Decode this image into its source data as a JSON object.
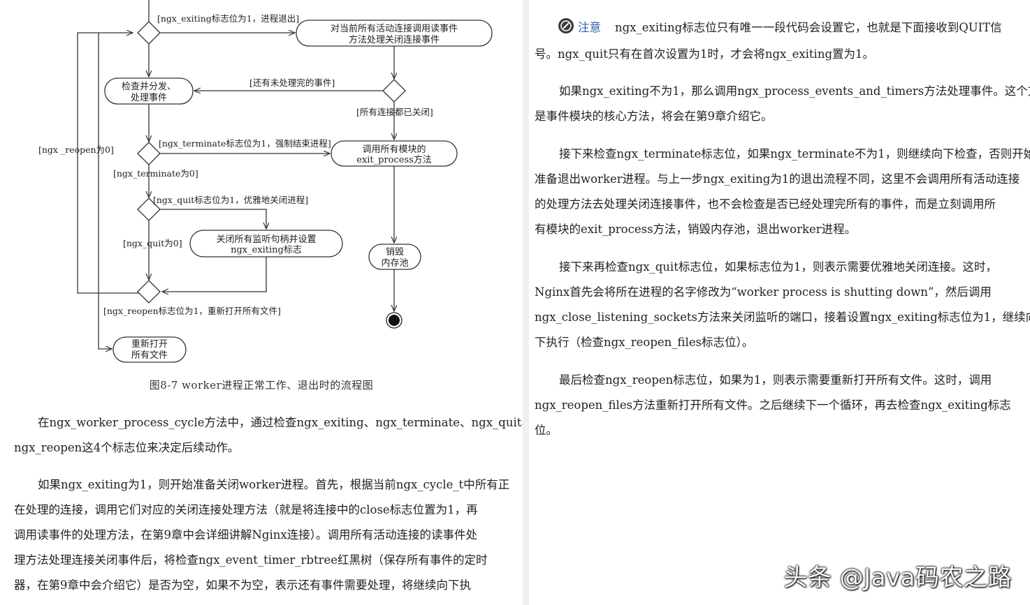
{
  "flowchart": {
    "guards": {
      "exiting": "[ngx_exiting标志位为1，进程退出]",
      "unhandled_events": "[还有未处理完的事件]",
      "all_closed": "[所有连接都已关闭]",
      "terminate": "[ngx_terminate标志位为1，强制结束进程]",
      "terminate_zero": "[ngx_terminate为0]",
      "quit": "[ngx_quit标志位为1，优雅地关闭进程]",
      "quit_zero": "[ngx_quit为0]",
      "reopen_zero": "[ngx _reopen为0]",
      "reopen": "[ngx_reopen标志位为1，重新打开所有文件]"
    },
    "nodes": {
      "call_read_1": "对当前所有活动连接调用读事件",
      "call_read_2": "方法处理关闭连接事件",
      "dispatch_1": "检查并分发、",
      "dispatch_2": "处理事件",
      "exit_process_1": "调用所有模块的",
      "exit_process_2": "exit_process方法",
      "close_listen_1": "关闭所有监听句柄并设置",
      "close_listen_2": "ngx_exiting标志",
      "destroy_1": "销毁",
      "destroy_2": "内存池",
      "reopen_1": "重新打开",
      "reopen_2": "所有文件"
    },
    "caption": "图8-7    worker进程正常工作、退出时的流程图"
  },
  "left_text": {
    "p1": [
      "在ngx_worker_process_cycle方法中，通过检查ngx_exiting、ngx_terminate、ngx_quit、",
      "ngx_reopen这4个标志位来决定后续动作。"
    ],
    "p2": [
      "如果ngx_exiting为1，则开始准备关闭worker进程。首先，根据当前ngx_cycle_t中所有正",
      "在处理的连接，调用它们对应的关闭连接处理方法（就是将连接中的close标志位置为1，再",
      "调用读事件的处理方法，在第9章中会详细讲解Nginx连接）。调用所有活动连接的读事件处",
      "理方法处理连接关闭事件后，将检查ngx_event_timer_rbtree红黑树（保存所有事件的定时",
      "器，在第9章中会介绍它）是否为空，如果不为空，表示还有事件需要处理，将继续向下执"
    ]
  },
  "right_text": {
    "note_label": "注意",
    "note_line1": "ngx_exiting标志位只有唯一一段代码会设置它，也就是下面接收到QUIT信",
    "note_line2": "号。ngx_quit只有在首次设置为1时，才会将ngx_exiting置为1。",
    "p1": [
      "如果ngx_exiting不为1，那么调用ngx_process_events_and_timers方法处理事件。这个方法",
      "是事件模块的核心方法，将会在第9章介绍它。"
    ],
    "p2": [
      "接下来检查ngx_terminate标志位，如果ngx_terminate不为1，则继续向下检查，否则开始",
      "准备退出worker进程。与上一步ngx_exiting为1的退出流程不同，这里不会调用所有活动连接",
      "的处理方法去处理关闭连接事件，也不会检查是否已经处理完所有的事件，而是立刻调用所",
      "有模块的exit_process方法，销毁内存池，退出worker进程。"
    ],
    "p3": [
      "接下来再检查ngx_quit标志位，如果标志位为1，则表示需要优雅地关闭连接。这时，",
      "Nginx首先会将所在进程的名字修改为“worker process is shutting down”，然后调用",
      "ngx_close_listening_sockets方法来关闭监听的端口，接着设置ngx_exiting标志位为1，继续向",
      "下执行（检查ngx_reopen_files标志位）。"
    ],
    "p4": [
      "最后检查ngx_reopen标志位，如果为1，则表示需要重新打开所有文件。这时，调用",
      "ngx_reopen_files方法重新打开所有文件。之后继续下一个循环，再去检查ngx_exiting标志",
      "位。"
    ]
  },
  "watermark": "头条 @Java码农之路"
}
